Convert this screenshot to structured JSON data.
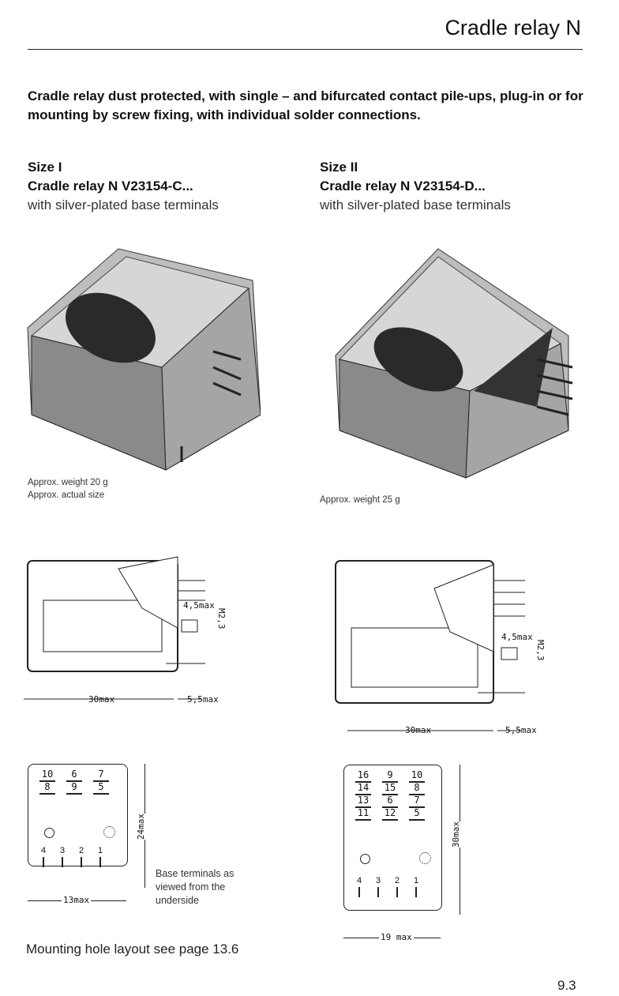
{
  "header": {
    "title": "Cradle relay N"
  },
  "intro": "Cradle relay dust protected, with single – and bifurcated contact pile-ups, plug-in or for mounting by screw fixing, with individual solder connections.",
  "left": {
    "size": "Size I",
    "model": "Cradle relay N V23154-C...",
    "desc": "with silver-plated base terminals",
    "caption1": "Approx. weight 20 g",
    "caption2": "Approx. actual size",
    "dims": {
      "screw": "4,5max",
      "thread": "M2,3",
      "length": "30max",
      "tab": "5,5max",
      "height": "24max",
      "width": "13max"
    },
    "terminal_rows": [
      [
        "10",
        "6",
        "7"
      ],
      [
        "8",
        "9",
        "5"
      ]
    ],
    "base_pins": [
      "4",
      "3",
      "2",
      "1"
    ],
    "note": "Base terminals as viewed from the underside"
  },
  "right": {
    "size": "Size II",
    "model": "Cradle relay N V23154-D...",
    "desc": "with silver-plated base terminals",
    "caption1": "Approx. weight 25 g",
    "dims": {
      "screw": "4,5max",
      "thread": "M2,3",
      "length": "30max",
      "tab": "5,5max",
      "height": "30max",
      "width": "19 max"
    },
    "terminal_rows": [
      [
        "16",
        "9",
        "10"
      ],
      [
        "14",
        "15",
        "8"
      ],
      [
        "13",
        "6",
        "7"
      ],
      [
        "11",
        "12",
        "5"
      ]
    ],
    "base_pins": [
      "4",
      "3",
      "2",
      "1"
    ]
  },
  "footer": {
    "mounting": "Mounting hole layout see page 13.6",
    "page": "9.3"
  }
}
